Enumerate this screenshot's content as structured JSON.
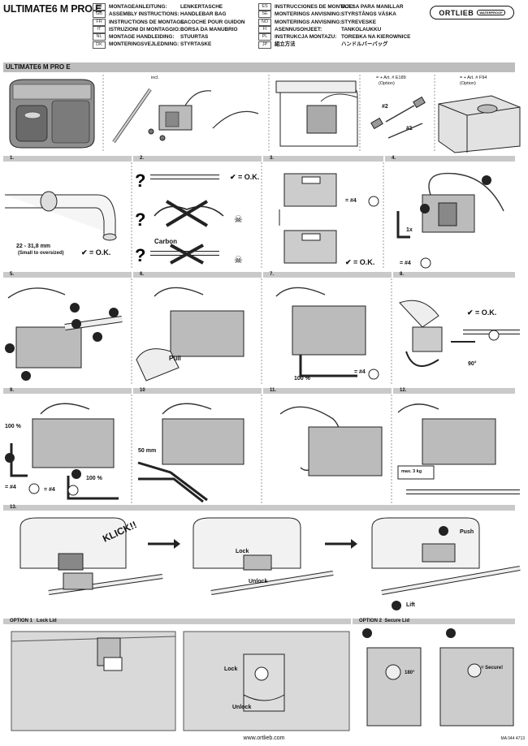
{
  "title": "ULTIMATE6 M PRO E",
  "brand": {
    "name": "ORTLIEB",
    "tag": "WATERPROOF"
  },
  "languages_left": [
    {
      "code": "DE",
      "label": "MONTAGEANLEITUNG:",
      "value": "LENKERTASCHE"
    },
    {
      "code": "GB",
      "label": "ASSEMBLY INSTRUCTIONS:",
      "value": "HANDLEBAR BAG"
    },
    {
      "code": "FR",
      "label": "INSTRUCTIONS DE MONTAGE:",
      "value": "SACOCHE POUR GUIDON"
    },
    {
      "code": "IT",
      "label": "ISTRUZIONI DI MONTAGGIO:",
      "value": "BORSA DA MANUBRIO"
    },
    {
      "code": "NL",
      "label": "MONTAGE HANDLEIDING:",
      "value": "STUURTAS"
    },
    {
      "code": "DK",
      "label": "MONTERINGSVEJLEDNING:",
      "value": "STYRTASKE"
    }
  ],
  "languages_right": [
    {
      "code": "ES",
      "label": "INSTRUCCIONES DE MONTAJE:",
      "value": "BOLSA PARA MANILLAR"
    },
    {
      "code": "SE",
      "label": "MONTERINGS ANVISNING:",
      "value": "STYRSTÅNGS VÄSKA"
    },
    {
      "code": "NO",
      "label": "MONTERINGS ANVISNING:",
      "value": "STYREVESKE"
    },
    {
      "code": "FI",
      "label": "ASENNUSOHJEET:",
      "value": "TANKOLAUKKU"
    },
    {
      "code": "PL",
      "label": "INSTRUKCJA MONTAZU:",
      "value": "TOREBKA NA KIEROWNICE"
    },
    {
      "code": "JP",
      "label": "組立方法",
      "value": "ハンドルバーバッグ"
    }
  ],
  "section_title": "ULTIMATE6 M PRO E",
  "top_row": {
    "incl": "incl.",
    "opt1_line1": "= + Art. # E189",
    "opt1_line2": "(Option)",
    "opt2_line1": "= + Art. # F94",
    "opt2_line2": "(Option)",
    "num1": "#1",
    "num2": "#2"
  },
  "steps": {
    "s1": "1.",
    "s2": "2.",
    "s3": "3.",
    "s4": "4.",
    "s5": "5.",
    "s6": "6.",
    "s7": "7.",
    "s8": "8.",
    "s9": "9.",
    "s10": "10",
    "s11": "11.",
    "s12": "12.",
    "s13": "13."
  },
  "captions": {
    "diameter": "22 - 31,8 mm",
    "oversize": "(Small to oversized)",
    "ok": "= O.K.",
    "carbon": "Carbon",
    "hash4": "= #4",
    "onex": "1x",
    "pull": "Pull",
    "pct100": "100 %",
    "deg90": "90°",
    "mm50": "50 mm",
    "max3kg": "max. 3 kg",
    "klick": "KLICK!!",
    "lock": "Lock",
    "unlock": "Unlock",
    "push": "Push",
    "lift": "Lift",
    "deg180": "180°",
    "secure": "= Secure!"
  },
  "options": {
    "opt1_num": "OPTION 1",
    "opt1_name": "Lock Lid",
    "opt2_num": "OPTION 2",
    "opt2_name": "Secure Lid"
  },
  "footer": {
    "url": "www.ortlieb.com",
    "code": "MA 044 4713"
  }
}
